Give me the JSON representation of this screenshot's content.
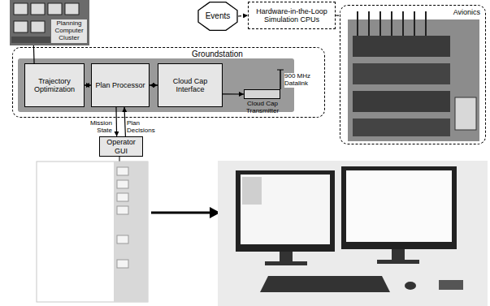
{
  "diagram": {
    "nodes": [
      {
        "text": [
          "Planning Computer Cluster"
        ]
      },
      {
        "text": [
          "Events"
        ]
      },
      {
        "text": [
          "Hardware-in-the-Loop Simulation CPUs"
        ]
      },
      {
        "text": [
          "Avionics"
        ]
      },
      {
        "text": [
          "Groundstation"
        ]
      },
      {
        "text": [
          "Trajectory Optimization"
        ],
        "in": 4
      },
      {
        "text": [
          "Plan Processor"
        ],
        "in": 4
      },
      {
        "text": [
          "Cloud Cap Interface"
        ],
        "in": 4
      },
      {
        "text": [
          "Cloud Cap Transmitter"
        ],
        "in": 4
      },
      {
        "text": [
          "Operator GUI"
        ]
      }
    ],
    "edges": [
      {
        "from": 0,
        "to": 5,
        "arrow": "none"
      },
      {
        "from": 1,
        "to": 2,
        "arrow": "to"
      },
      {
        "from": 2,
        "to": 3,
        "arrow": "none"
      },
      {
        "from": 5,
        "to": 6,
        "arrow": "both"
      },
      {
        "from": 6,
        "to": 7,
        "arrow": "both"
      },
      {
        "from": 7,
        "to": 8,
        "arrow": "to"
      },
      {
        "from": 6,
        "to": 9,
        "label": "Mission State",
        "arrow": "to"
      },
      {
        "from": 9,
        "to": 6,
        "label": "Plan Decisions",
        "arrow": "to"
      }
    ],
    "labels": [
      "900 MHz Datalink"
    ]
  }
}
